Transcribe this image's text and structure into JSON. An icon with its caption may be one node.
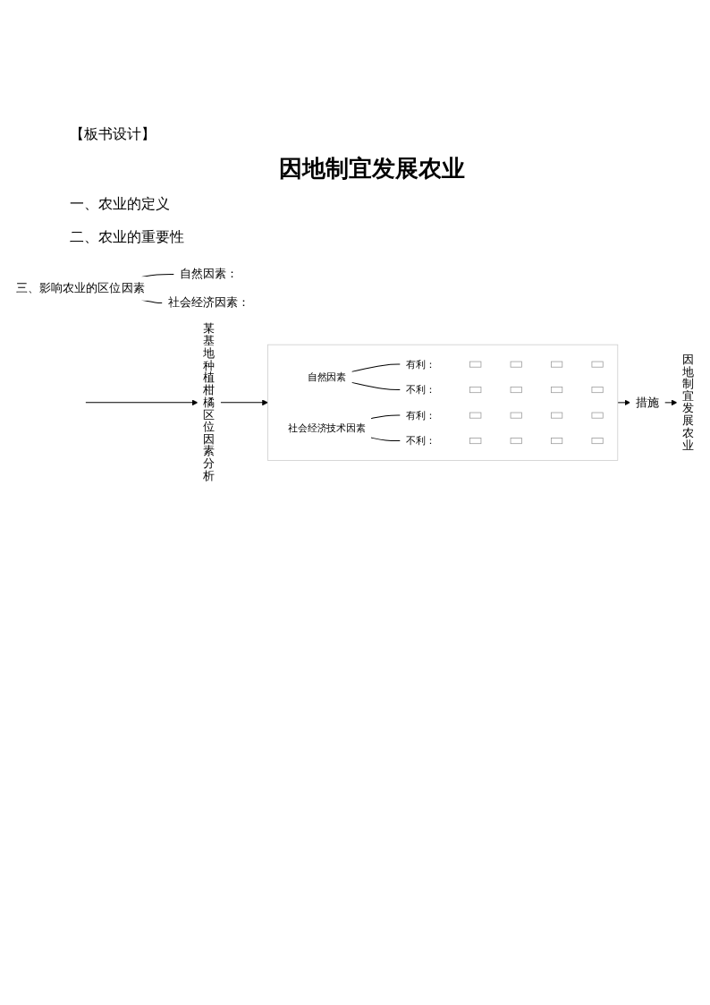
{
  "diagram": {
    "title": "因地制宜发展农业",
    "nodes": [
      {
        "text": [
          "三、影响农业的区位因素"
        ]
      },
      {
        "text": [
          "自然因素："
        ]
      },
      {
        "text": [
          "社会经济因素："
        ]
      },
      {
        "text": [
          "某基地种植柑橘区位因素分析"
        ]
      },
      {
        "text": [],
        "shape": "box"
      },
      {
        "text": [
          "自然因素"
        ],
        "in": 4
      },
      {
        "text": [
          "有利："
        ],
        "in": 4
      },
      {
        "text": [
          "不利："
        ],
        "in": 4
      },
      {
        "text": [
          "社会经济技术因素"
        ],
        "in": 4
      },
      {
        "text": [
          "有利："
        ],
        "in": 4
      },
      {
        "text": [
          "不利："
        ],
        "in": 4
      },
      {
        "text": [],
        "shape": "box",
        "in": 4
      },
      {
        "text": [],
        "shape": "box",
        "in": 4
      },
      {
        "text": [],
        "shape": "box",
        "in": 4
      },
      {
        "text": [],
        "shape": "box",
        "in": 4
      },
      {
        "text": [],
        "shape": "box",
        "in": 4
      },
      {
        "text": [],
        "shape": "box",
        "in": 4
      },
      {
        "text": [],
        "shape": "box",
        "in": 4
      },
      {
        "text": [],
        "shape": "box",
        "in": 4
      },
      {
        "text": [],
        "shape": "box",
        "in": 4
      },
      {
        "text": [],
        "shape": "box",
        "in": 4
      },
      {
        "text": [],
        "shape": "box",
        "in": 4
      },
      {
        "text": [],
        "shape": "box",
        "in": 4
      },
      {
        "text": [],
        "shape": "box",
        "in": 4
      },
      {
        "text": [],
        "shape": "box",
        "in": 4
      },
      {
        "text": [],
        "shape": "box",
        "in": 4
      },
      {
        "text": [],
        "shape": "box",
        "in": 4
      },
      {
        "text": [
          "措施"
        ]
      },
      {
        "text": [
          "因地制宜发展农业"
        ]
      }
    ],
    "edges": [
      {
        "from": 0,
        "to": 1,
        "arrow": "none"
      },
      {
        "from": 0,
        "to": 2,
        "arrow": "none"
      },
      {
        "from": null,
        "to": 3,
        "arrow": "to"
      },
      {
        "from": 3,
        "to": 4,
        "arrow": "to"
      },
      {
        "from": 5,
        "to": 6,
        "arrow": "none"
      },
      {
        "from": 5,
        "to": 7,
        "arrow": "none"
      },
      {
        "from": 8,
        "to": 9,
        "arrow": "none"
      },
      {
        "from": 8,
        "to": 10,
        "arrow": "none"
      },
      {
        "from": 4,
        "to": 27,
        "arrow": "to"
      },
      {
        "from": 27,
        "to": 28,
        "arrow": "to"
      }
    ],
    "labels": [
      "【板书设计】",
      "一、农业的定义",
      "二、农业的重要性"
    ]
  }
}
